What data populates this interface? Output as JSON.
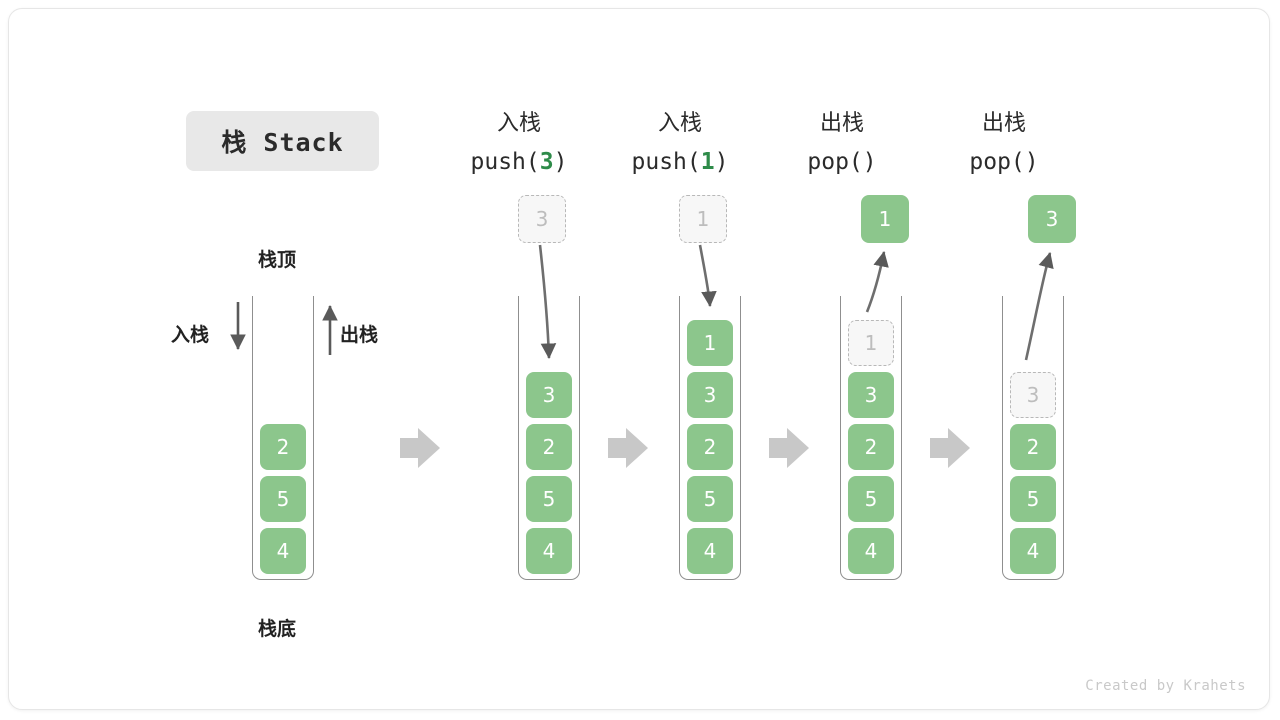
{
  "figure": {
    "title": "栈 Stack",
    "watermark": "Created by Krahets",
    "accent_green": "#8cc68c",
    "accent_green_text": "#2e8b49",
    "ghost_fill": "#f7f7f7",
    "ghost_border": "#b8b8b8",
    "tube_border": "#8f8f8f",
    "arrow_gray": "#5a5a5a",
    "step_arrow_gray": "#c8c8c8",
    "title_chip_bg": "#e8e8e8"
  },
  "legend": {
    "top_label": "栈顶",
    "bottom_label": "栈底",
    "push_label": "入栈",
    "pop_label": "出栈"
  },
  "steps": [
    {
      "id": "initial",
      "caption_cn": "",
      "caption_code": "",
      "code_prefix": "",
      "code_num": "",
      "code_suffix": "",
      "stack": [
        "2",
        "5",
        "4"
      ],
      "float_box": null,
      "ghost_top": null
    },
    {
      "id": "push-3",
      "caption_cn": "入栈",
      "code_prefix": "push(",
      "code_num": "3",
      "code_suffix": ")",
      "stack": [
        "3",
        "2",
        "5",
        "4"
      ],
      "float_box": {
        "value": "3",
        "style": "ghost"
      },
      "ghost_top": null
    },
    {
      "id": "push-1",
      "caption_cn": "入栈",
      "code_prefix": "push(",
      "code_num": "1",
      "code_suffix": ")",
      "stack": [
        "1",
        "3",
        "2",
        "5",
        "4"
      ],
      "float_box": {
        "value": "1",
        "style": "ghost"
      },
      "ghost_top": null
    },
    {
      "id": "pop-1",
      "caption_cn": "出栈",
      "code_prefix": "pop(",
      "code_num": "",
      "code_suffix": ")",
      "stack": [
        "3",
        "2",
        "5",
        "4"
      ],
      "float_box": {
        "value": "1",
        "style": "solid"
      },
      "ghost_top": "1"
    },
    {
      "id": "pop-3",
      "caption_cn": "出栈",
      "code_prefix": "pop(",
      "code_num": "",
      "code_suffix": ")",
      "stack": [
        "2",
        "5",
        "4"
      ],
      "float_box": {
        "value": "3",
        "style": "solid"
      },
      "ghost_top": "3"
    }
  ]
}
